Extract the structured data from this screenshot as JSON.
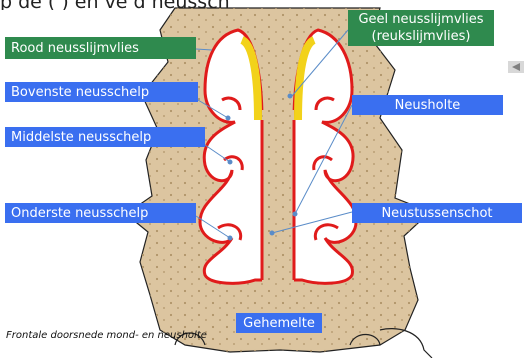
{
  "header": {
    "cropped_text": "p     de  (     ) en ve  d  neussch    "
  },
  "labels": {
    "rood": "Rood neusslijmvlies",
    "geel_line1": "Geel neusslijmvlies",
    "geel_line2": "(reukslijmvlies)",
    "bovenste": "Bovenste neusschelp",
    "middelste": "Middelste neusschelp",
    "onderste": "Onderste neusschelp",
    "neusholte": "Neusholte",
    "neustussenschot": "Neustussenschot",
    "gehemelte": "Gehemelte"
  },
  "caption": "Frontale doorsnede mond- en neusholte",
  "colors": {
    "bone": "#dcc5a0",
    "mucosa_red": "#e01b1b",
    "olfactory_yellow": "#f2d21a",
    "label_blue": "#3a6ff0",
    "label_green": "#2f8a4e",
    "pointer": "#5a8cc8"
  },
  "nav": {
    "icon": "triangle-left-icon"
  }
}
